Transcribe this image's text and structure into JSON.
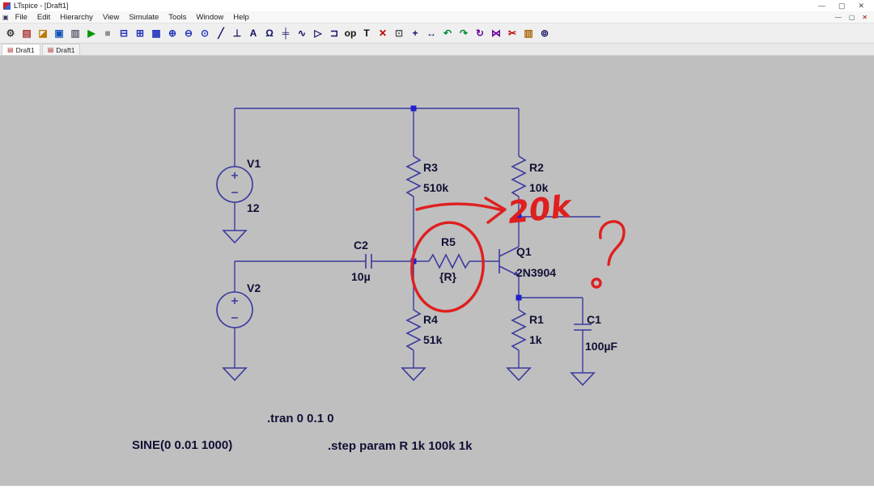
{
  "colors": {
    "wire": "#3a3aa0",
    "label": "#101035",
    "node": "#2020d0",
    "annotation": "#e01f1f",
    "canvas": "#bfbfbf"
  },
  "window": {
    "title": "LTspice - [Draft1]",
    "controls": {
      "minimize": "—",
      "maximize": "▢",
      "close": "✕"
    }
  },
  "menu": {
    "items": [
      "File",
      "Edit",
      "Hierarchy",
      "View",
      "Simulate",
      "Tools",
      "Window",
      "Help"
    ],
    "doc_icon": "▣",
    "mdi": {
      "minimize": "—",
      "restore": "▢",
      "close": "✕"
    }
  },
  "toolbar": {
    "items": [
      {
        "name": "control-panel-icon",
        "glyph": "⚙",
        "color": "#3a3a3a"
      },
      {
        "name": "new-schematic-icon",
        "glyph": "▤",
        "color": "#aa3333"
      },
      {
        "name": "open-file-icon",
        "glyph": "◪",
        "color": "#bb7700"
      },
      {
        "name": "save-icon",
        "glyph": "▣",
        "color": "#1155bb"
      },
      {
        "name": "print-icon",
        "glyph": "▥",
        "color": "#666677"
      },
      {
        "name": "run-icon",
        "glyph": "▶",
        "color": "#009900"
      },
      {
        "name": "halt-icon",
        "glyph": "■",
        "color": "#909090"
      },
      {
        "name": "tile-vertical-icon",
        "glyph": "⊟",
        "color": "#2233bb"
      },
      {
        "name": "tile-horizontal-icon",
        "glyph": "⊞",
        "color": "#2233bb"
      },
      {
        "name": "cascade-icon",
        "glyph": "▦",
        "color": "#2233bb"
      },
      {
        "name": "zoom-in-icon",
        "glyph": "⊕",
        "color": "#2233bb"
      },
      {
        "name": "zoom-out-icon",
        "glyph": "⊖",
        "color": "#2233bb"
      },
      {
        "name": "zoom-full-icon",
        "glyph": "⊙",
        "color": "#2233bb"
      },
      {
        "name": "wire-icon",
        "glyph": "╱",
        "color": "#111166"
      },
      {
        "name": "ground-icon",
        "glyph": "⊥",
        "color": "#111166"
      },
      {
        "name": "net-label-icon",
        "glyph": "A",
        "color": "#111166"
      },
      {
        "name": "resistor-icon",
        "glyph": "Ω",
        "color": "#111166"
      },
      {
        "name": "capacitor-icon",
        "glyph": "╪",
        "color": "#111166"
      },
      {
        "name": "inductor-icon",
        "glyph": "∿",
        "color": "#111166"
      },
      {
        "name": "diode-icon",
        "glyph": "▷",
        "color": "#111166"
      },
      {
        "name": "component-icon",
        "glyph": "⊐",
        "color": "#111166"
      },
      {
        "name": "spice-directive-icon",
        "glyph": "op",
        "color": "#111111"
      },
      {
        "name": "text-icon",
        "glyph": "T",
        "color": "#111111"
      },
      {
        "name": "delete-icon",
        "glyph": "✕",
        "color": "#bb0000"
      },
      {
        "name": "copy-icon",
        "glyph": "⊡",
        "color": "#555555"
      },
      {
        "name": "move-icon",
        "glyph": "+",
        "color": "#111166"
      },
      {
        "name": "drag-icon",
        "glyph": "↔",
        "color": "#111166"
      },
      {
        "name": "undo-icon",
        "glyph": "↶",
        "color": "#008833"
      },
      {
        "name": "redo-icon",
        "glyph": "↷",
        "color": "#008833"
      },
      {
        "name": "rotate-icon",
        "glyph": "↻",
        "color": "#660099"
      },
      {
        "name": "mirror-icon",
        "glyph": "⋈",
        "color": "#660099"
      },
      {
        "name": "scissors-icon",
        "glyph": "✂",
        "color": "#bb0000"
      },
      {
        "name": "paste-icon",
        "glyph": "▥",
        "color": "#aa6600"
      },
      {
        "name": "find-icon",
        "glyph": "⊚",
        "color": "#111166"
      }
    ]
  },
  "tabs": [
    {
      "label": "Draft1",
      "icon": "▤"
    },
    {
      "label": "Draft1",
      "icon": "▤"
    }
  ],
  "schematic": {
    "components": {
      "V1": {
        "label": "V1",
        "value": "12"
      },
      "V2": {
        "label": "V2"
      },
      "C2": {
        "label": "C2",
        "value": "10µ"
      },
      "R3": {
        "label": "R3",
        "value": "510k"
      },
      "R4": {
        "label": "R4",
        "value": "51k"
      },
      "R5": {
        "label": "R5",
        "value": "{R}"
      },
      "R2": {
        "label": "R2",
        "value": "10k"
      },
      "R1": {
        "label": "R1",
        "value": "1k"
      },
      "C1": {
        "label": "C1",
        "value": "100µF"
      },
      "Q1": {
        "label": "Q1",
        "value": "2N3904"
      }
    },
    "directives": {
      "tran": ".tran 0 0.1 0",
      "sine": "SINE(0 0.01 1000)",
      "step": ".step param R 1k 100k 1k"
    },
    "annotations": {
      "suggested_value": "20k",
      "question_mark": "?"
    }
  }
}
